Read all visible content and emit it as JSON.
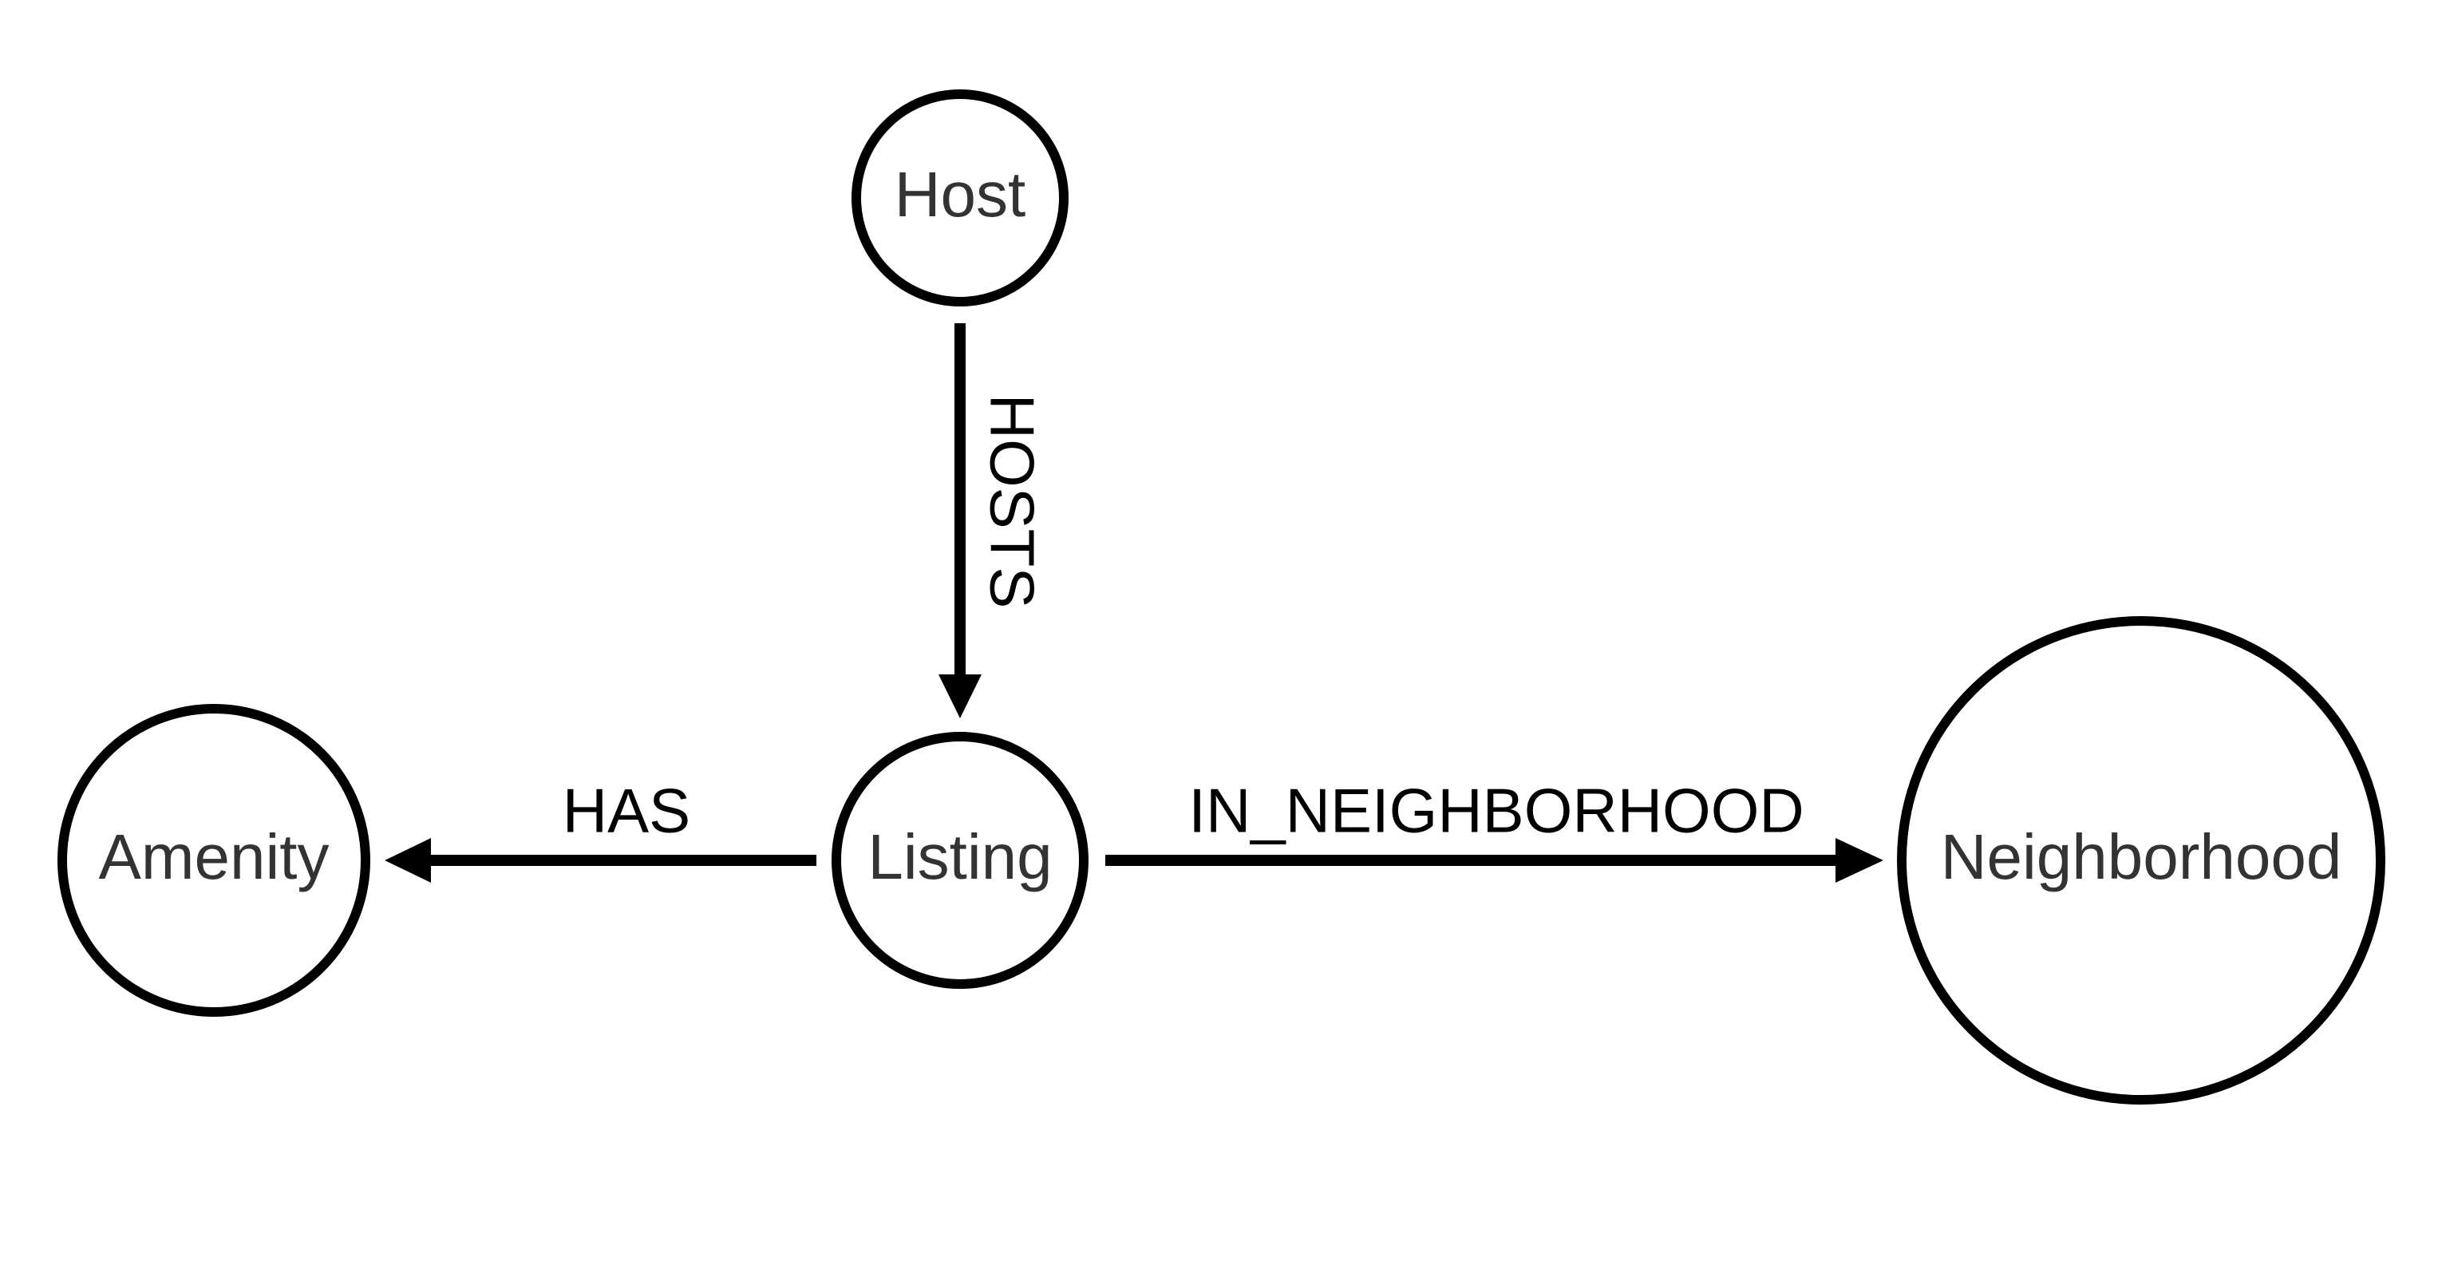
{
  "nodes": {
    "host": {
      "label": "Host"
    },
    "listing": {
      "label": "Listing"
    },
    "amenity": {
      "label": "Amenity"
    },
    "neighborhood": {
      "label": "Neighborhood"
    }
  },
  "edges": {
    "hosts": {
      "label": "HOSTS",
      "from": "Host",
      "to": "Listing"
    },
    "has": {
      "label": "HAS",
      "from": "Listing",
      "to": "Amenity"
    },
    "in_neighborhood": {
      "label": "IN_NEIGHBORHOOD",
      "from": "Listing",
      "to": "Neighborhood"
    }
  },
  "colors": {
    "stroke": "#000000",
    "node_text": "#333333",
    "background": "#ffffff"
  }
}
